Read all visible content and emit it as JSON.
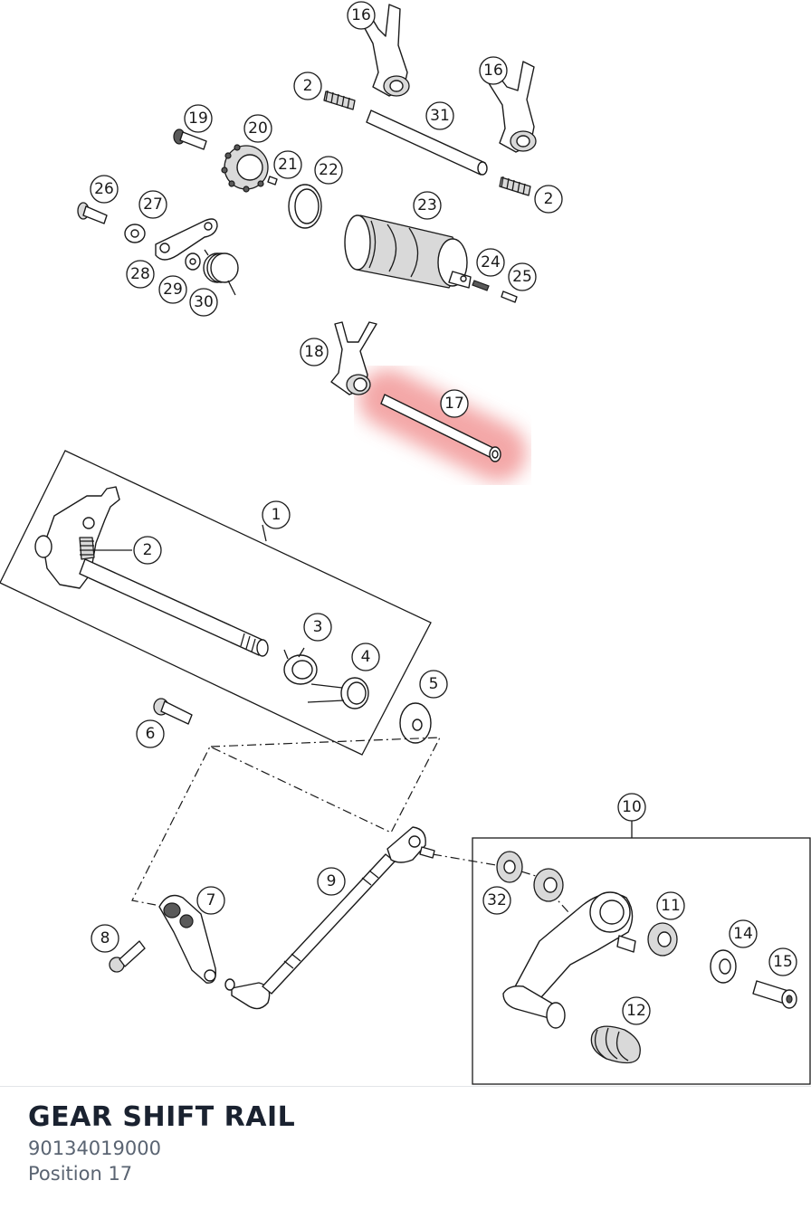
{
  "selected_part": {
    "title": "GEAR SHIFT RAIL",
    "part_number": "90134019000",
    "position_label": "Position 17",
    "position": "17"
  },
  "colors": {
    "highlight": "#f08a8a",
    "ink": "#1a1a1a",
    "title": "#1a2230",
    "subtext": "#5a6472"
  },
  "callouts": {
    "c1": "1",
    "c2a": "2",
    "c2b": "2",
    "c2c": "2",
    "c3": "3",
    "c4": "4",
    "c5": "5",
    "c6": "6",
    "c7": "7",
    "c8": "8",
    "c9": "9",
    "c10": "10",
    "c11": "11",
    "c12": "12",
    "c14": "14",
    "c15": "15",
    "c16a": "16",
    "c16b": "16",
    "c17": "17",
    "c18": "18",
    "c19": "19",
    "c20": "20",
    "c21": "21",
    "c22": "22",
    "c23": "23",
    "c24": "24",
    "c25": "25",
    "c26": "26",
    "c27": "27",
    "c28": "28",
    "c29": "29",
    "c30": "30",
    "c31": "31",
    "c32": "32"
  }
}
